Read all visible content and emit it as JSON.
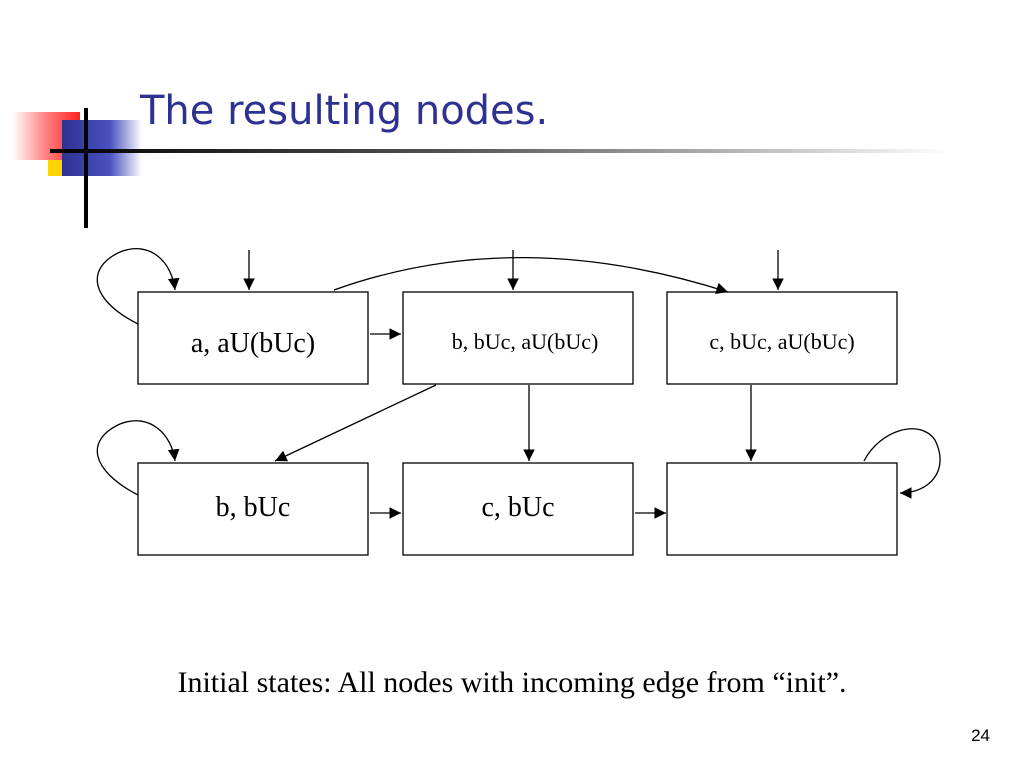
{
  "slide": {
    "title": "The resulting nodes.",
    "caption": "Initial states: All nodes with incoming edge from “init”.",
    "page_number": "24"
  },
  "diagram": {
    "nodes": [
      {
        "id": "n1",
        "label": "a, aU(bUc)"
      },
      {
        "id": "n2",
        "label": "b, bUc, aU(bUc)"
      },
      {
        "id": "n3",
        "label": "c, bUc, aU(bUc)"
      },
      {
        "id": "n4",
        "label": "b, bUc"
      },
      {
        "id": "n5",
        "label": "c, bUc"
      },
      {
        "id": "n6",
        "label": ""
      }
    ],
    "edges": [
      {
        "from": "n1",
        "to": "n1"
      },
      {
        "from": "n1",
        "to": "n2"
      },
      {
        "from": "n1",
        "to": "n3"
      },
      {
        "from": "n2",
        "to": "n4"
      },
      {
        "from": "n2",
        "to": "n5"
      },
      {
        "from": "n3",
        "to": "n6"
      },
      {
        "from": "n4",
        "to": "n4"
      },
      {
        "from": "n4",
        "to": "n5"
      },
      {
        "from": "n5",
        "to": "n6"
      },
      {
        "from": "n6",
        "to": "n6"
      }
    ],
    "initial_nodes": [
      "n1",
      "n2",
      "n3"
    ]
  },
  "colors": {
    "title": "#2e3192",
    "logo_red": "#ff3b3b",
    "logo_blue": "#2e3192",
    "logo_yellow": "#ffd400"
  }
}
